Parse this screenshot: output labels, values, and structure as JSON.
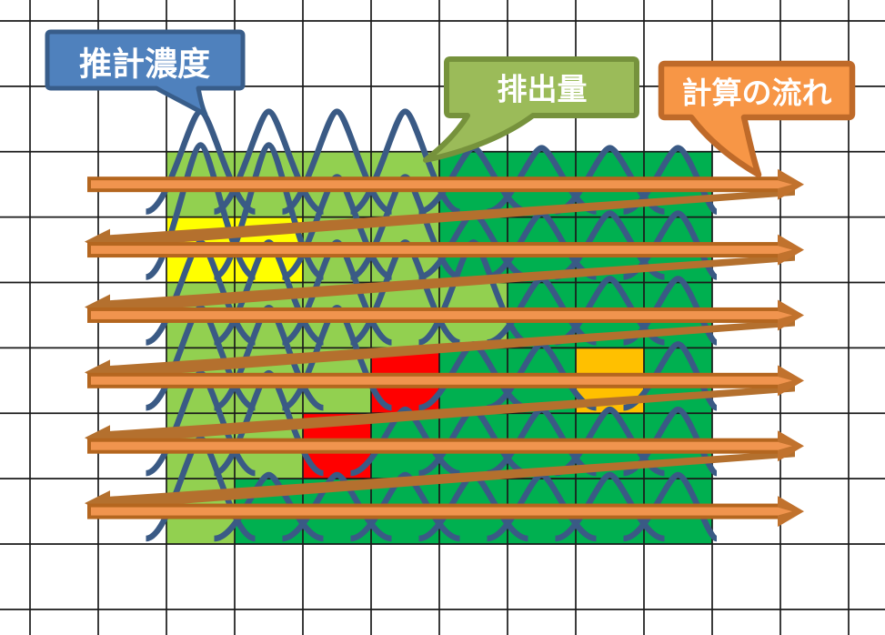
{
  "callouts": [
    {
      "id": "estimated-concentration",
      "label": "推計濃度",
      "fill": "#4F81BD",
      "border": "#385D8A",
      "text_color": "#FFFFFF"
    },
    {
      "id": "emissions",
      "label": "排出量",
      "fill": "#9BBB59",
      "border": "#76923C",
      "text_color": "#FFFFFF"
    },
    {
      "id": "calculation-flow",
      "label": "計算の流れ",
      "fill": "#F79646",
      "border": "#BF6A29",
      "text_color": "#FFFFFF"
    }
  ],
  "grid": {
    "line_color": "#1A1A1A",
    "background": "#FFFFFF",
    "vertical_lines": 13,
    "horizontal_lines": 10
  },
  "cell_palette": {
    "light_green": "#92D050",
    "dark_green": "#00B050",
    "yellow": "#FFFF00",
    "red": "#FF0000",
    "orange": "#FFC000"
  },
  "cell_matrix": [
    [
      "light_green",
      "light_green",
      "light_green",
      "light_green",
      "dark_green",
      "dark_green",
      "dark_green",
      "dark_green"
    ],
    [
      "yellow",
      "yellow",
      "light_green",
      "light_green",
      "dark_green",
      "dark_green",
      "dark_green",
      "dark_green"
    ],
    [
      "light_green",
      "light_green",
      "light_green",
      "light_green",
      "light_green",
      "dark_green",
      "dark_green",
      "dark_green"
    ],
    [
      "light_green",
      "light_green",
      "light_green",
      "red",
      "dark_green",
      "dark_green",
      "orange",
      "dark_green"
    ],
    [
      "light_green",
      "light_green",
      "red",
      "dark_green",
      "dark_green",
      "dark_green",
      "dark_green",
      "dark_green"
    ],
    [
      "light_green",
      "dark_green",
      "dark_green",
      "dark_green",
      "dark_green",
      "dark_green",
      "dark_green",
      "dark_green"
    ]
  ],
  "concentration_curves": {
    "color": "#3A5A85",
    "stroke_width": 6.5,
    "peak_height_by_cell": {
      "yellow": 145,
      "light_green": 110,
      "dark_green": 70,
      "red": 0,
      "orange": 0
    }
  },
  "flow_arrows": {
    "bar_fill": "#F0944E",
    "bar_border": "#B4661F",
    "head_fill": "#C1722D",
    "diagonal_fill": "#B4702E",
    "right_arrow_count": 6,
    "return_arrow_count": 5
  }
}
